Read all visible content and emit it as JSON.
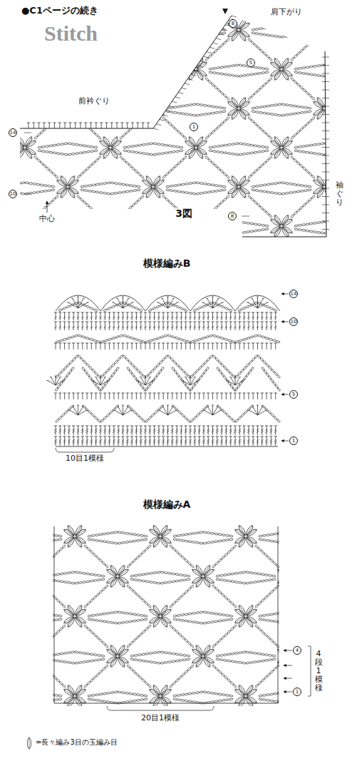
{
  "diagram": {
    "title": "●C1ページの続き",
    "labels": [
      "Stitch",
      "肩下がり",
      "8",
      "5",
      "前衿ぐり",
      "1",
      "14",
      "袖ぐり",
      "10",
      "中心",
      "3図",
      "8",
      "模様編みB",
      "14",
      "10",
      "5",
      "1",
      "10目1模様",
      "模様編みA",
      "4",
      "1",
      "4段1模様",
      "20目1模様"
    ],
    "legend": [
      {
        "text": "=長々編み3目の玉編み目"
      }
    ]
  }
}
